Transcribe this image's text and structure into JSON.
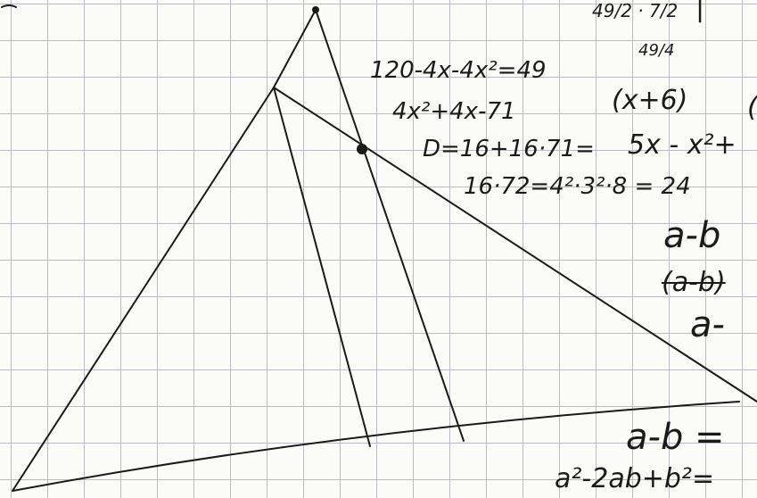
{
  "sheet": {
    "grid_color": "#b9bcc2",
    "ink_color": "#1a1a1a",
    "paper_color": "#fbfbf8"
  },
  "notes": {
    "top_frac": "49/2 · 7/2",
    "top_bar": "|",
    "forty_nine_over_four": "49/4",
    "equation_1": "120-4x-4x²=49",
    "equation_2": "4x²+4x-71",
    "paren_x_plus_6": "(x+6)",
    "paren_right": "(",
    "discriminant": "D=16+16·71=",
    "five_x": "5x - x²+",
    "factorisation": "16·72=4²·3²·8 = 24",
    "a_minus_b_1": "a-b",
    "a_minus_b_struck": "(a-b)",
    "a_minus_b_3": "a-",
    "a_minus_b_eq": "a-b =",
    "square_expansion": "a²-2ab+b²="
  }
}
